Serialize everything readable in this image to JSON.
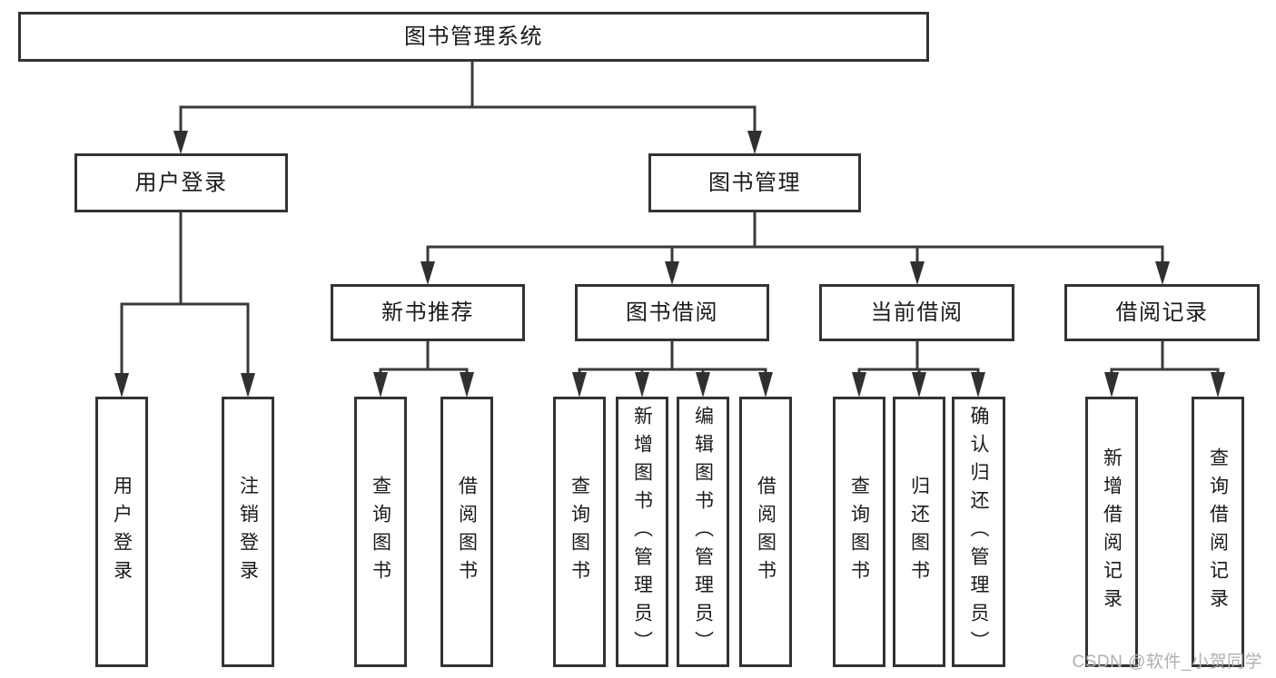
{
  "root": {
    "label": "图书管理系统",
    "children": [
      {
        "label": "用户登录",
        "children": [
          {
            "label": "用户登录"
          },
          {
            "label": "注销登录"
          }
        ]
      },
      {
        "label": "图书管理",
        "children": [
          {
            "label": "新书推荐",
            "children": [
              {
                "label": "查询图书"
              },
              {
                "label": "借阅图书"
              }
            ]
          },
          {
            "label": "图书借阅",
            "children": [
              {
                "label": "查询图书"
              },
              {
                "label": "新增图书（管理员）"
              },
              {
                "label": "编辑图书（管理员）"
              },
              {
                "label": "借阅图书"
              }
            ]
          },
          {
            "label": "当前借阅",
            "children": [
              {
                "label": "查询图书"
              },
              {
                "label": "归还图书"
              },
              {
                "label": "确认归还（管理员）"
              }
            ]
          },
          {
            "label": "借阅记录",
            "children": [
              {
                "label": "新增借阅记录"
              },
              {
                "label": "查询借阅记录"
              }
            ]
          }
        ]
      }
    ]
  },
  "watermark": "CSDN @软件_小贺同学",
  "colors": {
    "line": "#3a3a3a",
    "box_border": "#333333",
    "text": "#1a1a1a",
    "watermark": "#b0b0b0",
    "background": "#ffffff"
  }
}
